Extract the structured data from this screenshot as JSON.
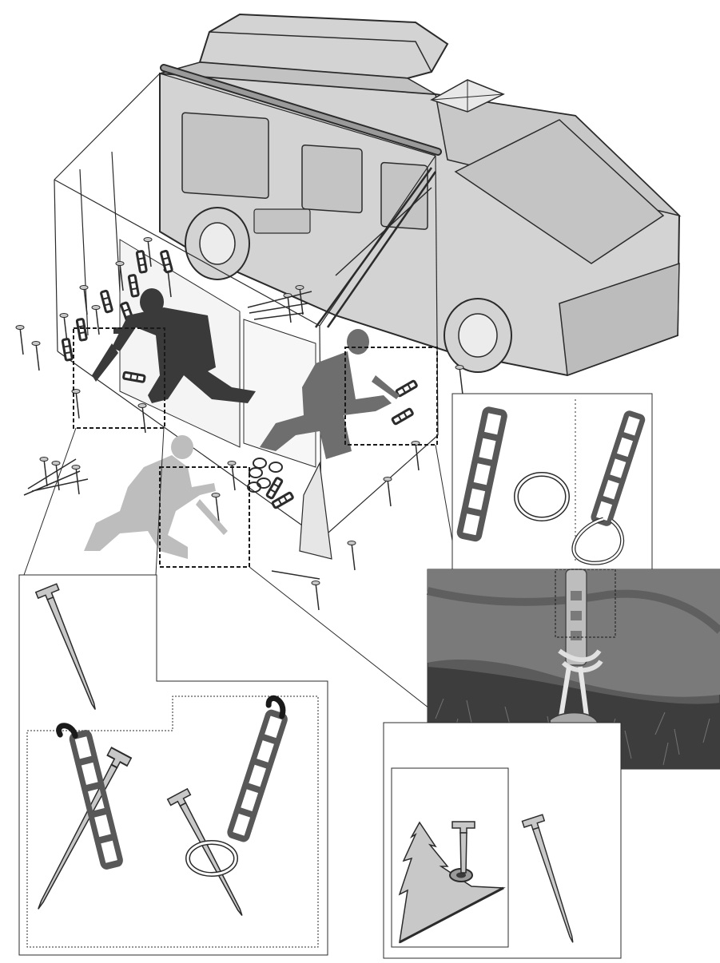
{
  "figure": {
    "title": "",
    "labels": []
  },
  "palette": {
    "background": "#ffffff",
    "line": "#2b2b2b",
    "vehicle_fill": "#d3d3d3",
    "vehicle_dark": "#9a9a9a",
    "figure_dark": "#3a3a3a",
    "figure_mid": "#6e6e6e",
    "figure_light": "#bdbdbd",
    "strap": "#585858",
    "pin": "#c8c8c8",
    "photo_tent": "#6f6f6f",
    "photo_grass": "#3d3d3d"
  },
  "scene": {
    "vehicle": "camper-van",
    "structure": "awning-tent",
    "people": [
      "worker-hammering-dark",
      "worker-kneeling-mid",
      "worker-kneeling-light"
    ],
    "callouts": [
      {
        "id": "peg-detail",
        "content": [
          "tent-peg"
        ]
      },
      {
        "id": "strap-hook-detail",
        "content": [
          "ladder-strap-with-hook",
          "tent-peg",
          "rubber-ring"
        ]
      },
      {
        "id": "strap-ring-detail",
        "content": [
          "ladder-strap",
          "rubber-ring",
          "strap-looped-ring"
        ]
      },
      {
        "id": "photo-detail",
        "content": [
          "photo-tent-anchored-with-strap"
        ]
      },
      {
        "id": "ground-peg-detail",
        "content": [
          "peg-through-ground-sheet-eyelet",
          "tent-peg"
        ]
      }
    ]
  }
}
